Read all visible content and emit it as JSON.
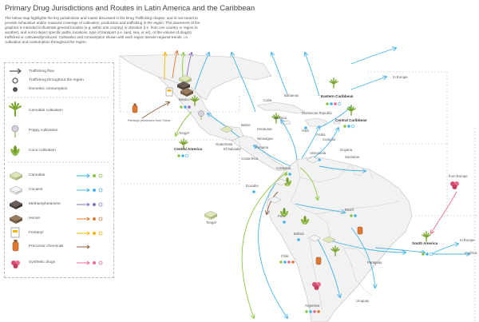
{
  "title": "Primary Drug Jurisdictions and Routes in Latin America and the Caribbean",
  "description": "The below map highlights the key jurisdictions and routes discussed in the Drug Trafficking chapter, and is not meant to provide exhaustive and/or nuanced coverage of cultivation, production and trafficking in the region. The placement of the graphics is intended to illustrate general location (e.g. within one country) or direction (i.e. from one country or region to another), and not to depict specific paths, locations, type of transport (i.e. land, sea, or air), or the volume of drug(s) trafficked or cultivated/produced. Cultivation and consumption shown with each region denote regional trends, i.e. cultivation and consumption throughout the region.",
  "legend": {
    "flow": [
      {
        "icon": "arrow-icon",
        "label": "Trafficking flow"
      },
      {
        "icon": "open-circle-icon",
        "label": "Trafficking throughout the region"
      },
      {
        "icon": "filled-circle-icon",
        "label": "Domestic consumption"
      }
    ],
    "cultivation": [
      {
        "icon": "cannabis-leaf-icon",
        "label": "Cannabis cultivation"
      },
      {
        "icon": "poppy-icon",
        "label": "Poppy cultivation"
      },
      {
        "icon": "coca-leaf-icon",
        "label": "Coca cultivation"
      }
    ],
    "drugs": [
      {
        "icon": "cannabis-block-icon",
        "label": "Cannabis",
        "color": "#27b5e3"
      },
      {
        "icon": "cocaine-block-icon",
        "label": "Cocaine",
        "color": "#43b3e6"
      },
      {
        "icon": "methamphetamine-block-icon",
        "label": "Methamphetamine",
        "color": "#5a4e47"
      },
      {
        "icon": "heroin-block-icon",
        "label": "Heroin",
        "color": "#e2782d"
      },
      {
        "icon": "fentanyl-icon",
        "label": "Fentanyl",
        "color": "#f0c419"
      },
      {
        "icon": "precursor-chemicals-icon",
        "label": "Precursor chemicals",
        "color": "#8a5a3c"
      },
      {
        "icon": "synthetic-drugs-icon",
        "label": "Synthetic drugs",
        "color": "#e86b8b"
      }
    ]
  },
  "colors": {
    "cannabis": "#8cc63f",
    "cocaine": "#43b3e6",
    "methamphetamine": "#8d6fbf",
    "heroin": "#e2782d",
    "fentanyl": "#f4b400",
    "precursor": "#8a5a3c",
    "synthetic": "#e86b8b",
    "land": "#f2f2f2",
    "border": "#bdbdbd"
  },
  "places": {
    "mexico": "Mexico",
    "cuba": "Cuba",
    "bahamas": "Bahamas",
    "jamaica": "Jamaica",
    "haiti": "Haiti",
    "dominican": "Dominican Republic",
    "aruba": "Aruba",
    "curacao": "Curaçao",
    "belize": "Belize",
    "honduras": "Honduras",
    "guatemala": "Guatemala",
    "el_salvador": "El Salvador",
    "nicaragua": "Nicaragua",
    "costa_rica": "Costa Rica",
    "panama": "Panama",
    "venezuela": "Venezuela",
    "guyana": "Guyana",
    "suriname": "Suriname",
    "colombia": "Colombia",
    "ecuador": "Ecuador",
    "peru": "Peru",
    "brazil": "Brazil",
    "bolivia": "Bolivia",
    "chile": "Chile",
    "paraguay": "Paraguay",
    "uruguay": "Uruguay",
    "argentina": "Argentina"
  },
  "regions": {
    "central_america": "Central America",
    "eastern_caribbean": "Eastern Caribbean",
    "central_caribbean": "Central Caribbean",
    "south_america": "South America"
  },
  "annotations": {
    "fentanyl_precursors": "Fentanyl precursors from China",
    "to_europe_1": "to Europe",
    "to_europe_2": "to Europe",
    "from_europe": "from Europe",
    "to_africa": "to Africa",
    "tonga_1": "Tonga*",
    "tonga_2": "Tonga*"
  }
}
